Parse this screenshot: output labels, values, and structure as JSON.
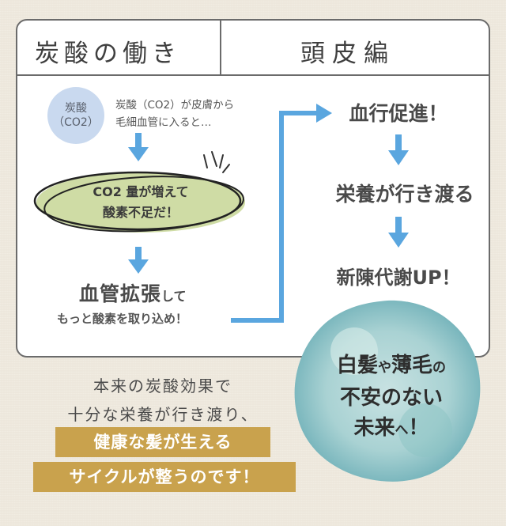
{
  "header": {
    "left_title": "炭酸の働き",
    "right_title": "頭皮編"
  },
  "left_flow": {
    "bubble_line1": "炭酸",
    "bubble_line2": "（CO2）",
    "bubble_desc_line1": "炭酸（CO2）が皮膚から",
    "bubble_desc_line2": "毛細血管に入ると…",
    "ellipse_line1": "CO2 量が増えて",
    "ellipse_line2": "酸素不足だ！",
    "expand_title": "血管拡張",
    "expand_suffix": "して",
    "expand_sub": "もっと酸素を取り込め！"
  },
  "right_flow": {
    "step1": "血行促進！",
    "step2": "栄養が行き渡る",
    "step3": "新陳代謝UP！"
  },
  "blob": {
    "part1": "白髪",
    "part2": "や",
    "part3": "薄毛",
    "part4": "の",
    "line2": "不安のない",
    "line3_main": "未来",
    "line3_small": "へ",
    "line3_end": "！"
  },
  "bottom": {
    "line1": "本来の炭酸効果で",
    "line2": "十分な栄養が行き渡り、",
    "highlight1": "健康な髪が生える",
    "highlight2": "サイクルが整うのです！"
  },
  "colors": {
    "arrow_blue": "#5aa6df",
    "bubble_blue": "#c9d9ef",
    "ellipse_green": "#cfdca5",
    "highlight_gold": "#c9a24d",
    "blob_teal": "#8fc4c6"
  }
}
